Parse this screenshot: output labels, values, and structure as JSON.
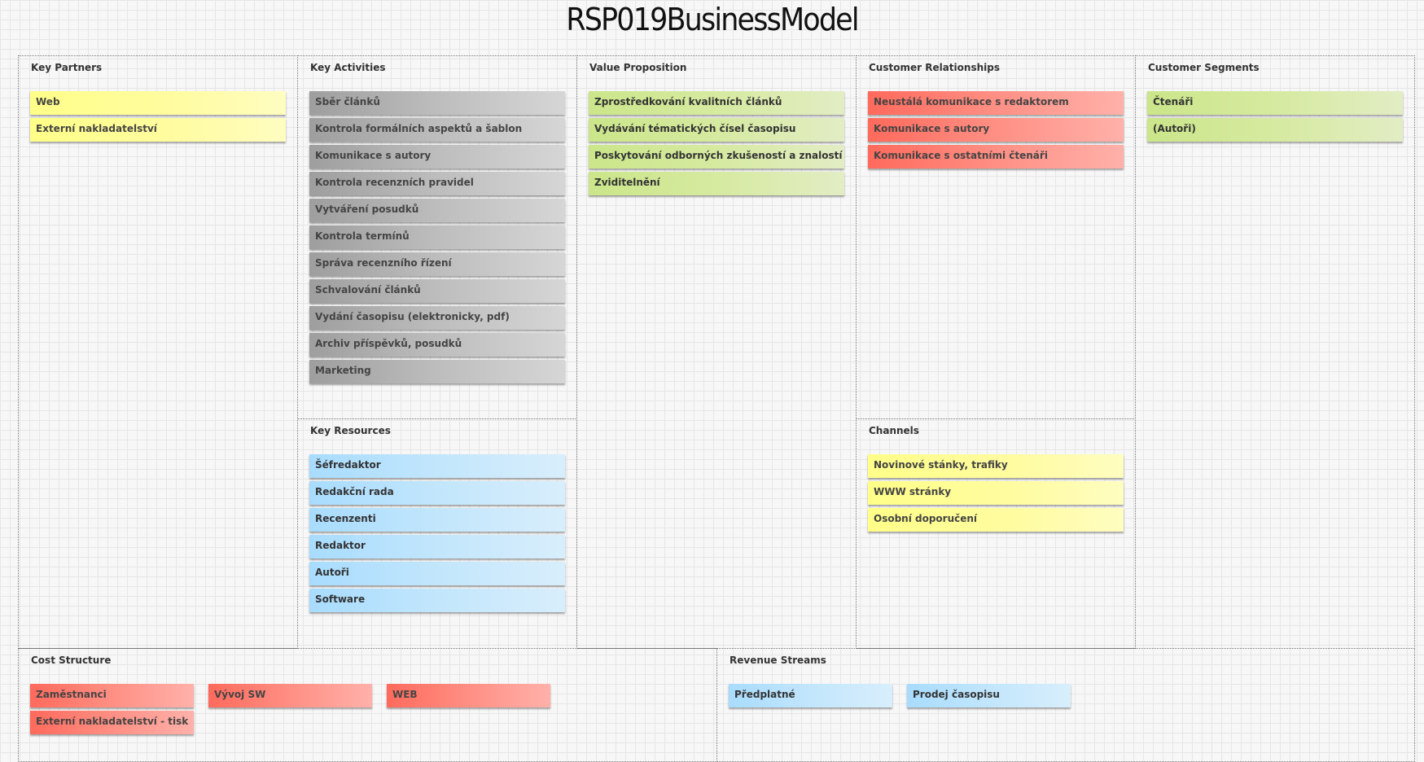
{
  "title": "RSP019BusinessModel",
  "key_partners": {
    "title": "Key Partners",
    "notes": [
      "Web",
      "Externí nakladatelství"
    ]
  },
  "key_activities": {
    "title": "Key Activities",
    "notes": [
      "Sběr článků",
      "Kontrola formálních aspektů a šablon",
      "Komunikace s autory",
      "Kontrola recenzních pravidel",
      "Vytváření posudků",
      "Kontrola termínů",
      "Správa recenzního řízení",
      "Schvalování článků",
      "Vydání časopisu (elektronicky, pdf)",
      "Archiv příspěvků, posudků",
      "Marketing"
    ]
  },
  "key_resources": {
    "title": "Key Resources",
    "notes": [
      "Šéfredaktor",
      "Redakční rada",
      "Recenzenti",
      "Redaktor",
      "Autoři",
      "Software"
    ]
  },
  "value_proposition": {
    "title": "Value Proposition",
    "notes": [
      "Zprostředkování kvalitních článků",
      "Vydávání tématických čísel časopisu",
      "Poskytování odborných zkušeností a znalostí",
      "Zviditelnění"
    ]
  },
  "customer_relationships": {
    "title": "Customer Relationships",
    "notes": [
      "Neustálá komunikace s redaktorem",
      "Komunikace s autory",
      "Komunikace s ostatními čtenáři"
    ]
  },
  "channels": {
    "title": "Channels",
    "notes": [
      "Novinové stánky, trafiky",
      "WWW stránky",
      "Osobní doporučení"
    ]
  },
  "customer_segments": {
    "title": "Customer Segments",
    "notes": [
      "Čtenáři",
      "(Autoři)"
    ]
  },
  "cost_structure": {
    "title": "Cost Structure",
    "notes": [
      "Zaměstnanci",
      "Vývoj SW",
      "WEB",
      "Externí nakladatelství - tisk"
    ]
  },
  "revenue_streams": {
    "title": "Revenue Streams",
    "notes": [
      "Předplatné",
      "Prodej časopisu"
    ]
  },
  "colors": {
    "grid_line": "#e6e6e6",
    "background": "#f7f7f7",
    "yellow": "#ffff88",
    "gray": "#9e9e9e",
    "green": "#cbe68a",
    "red": "#ff6a5c",
    "blue": "#a8dcff"
  }
}
